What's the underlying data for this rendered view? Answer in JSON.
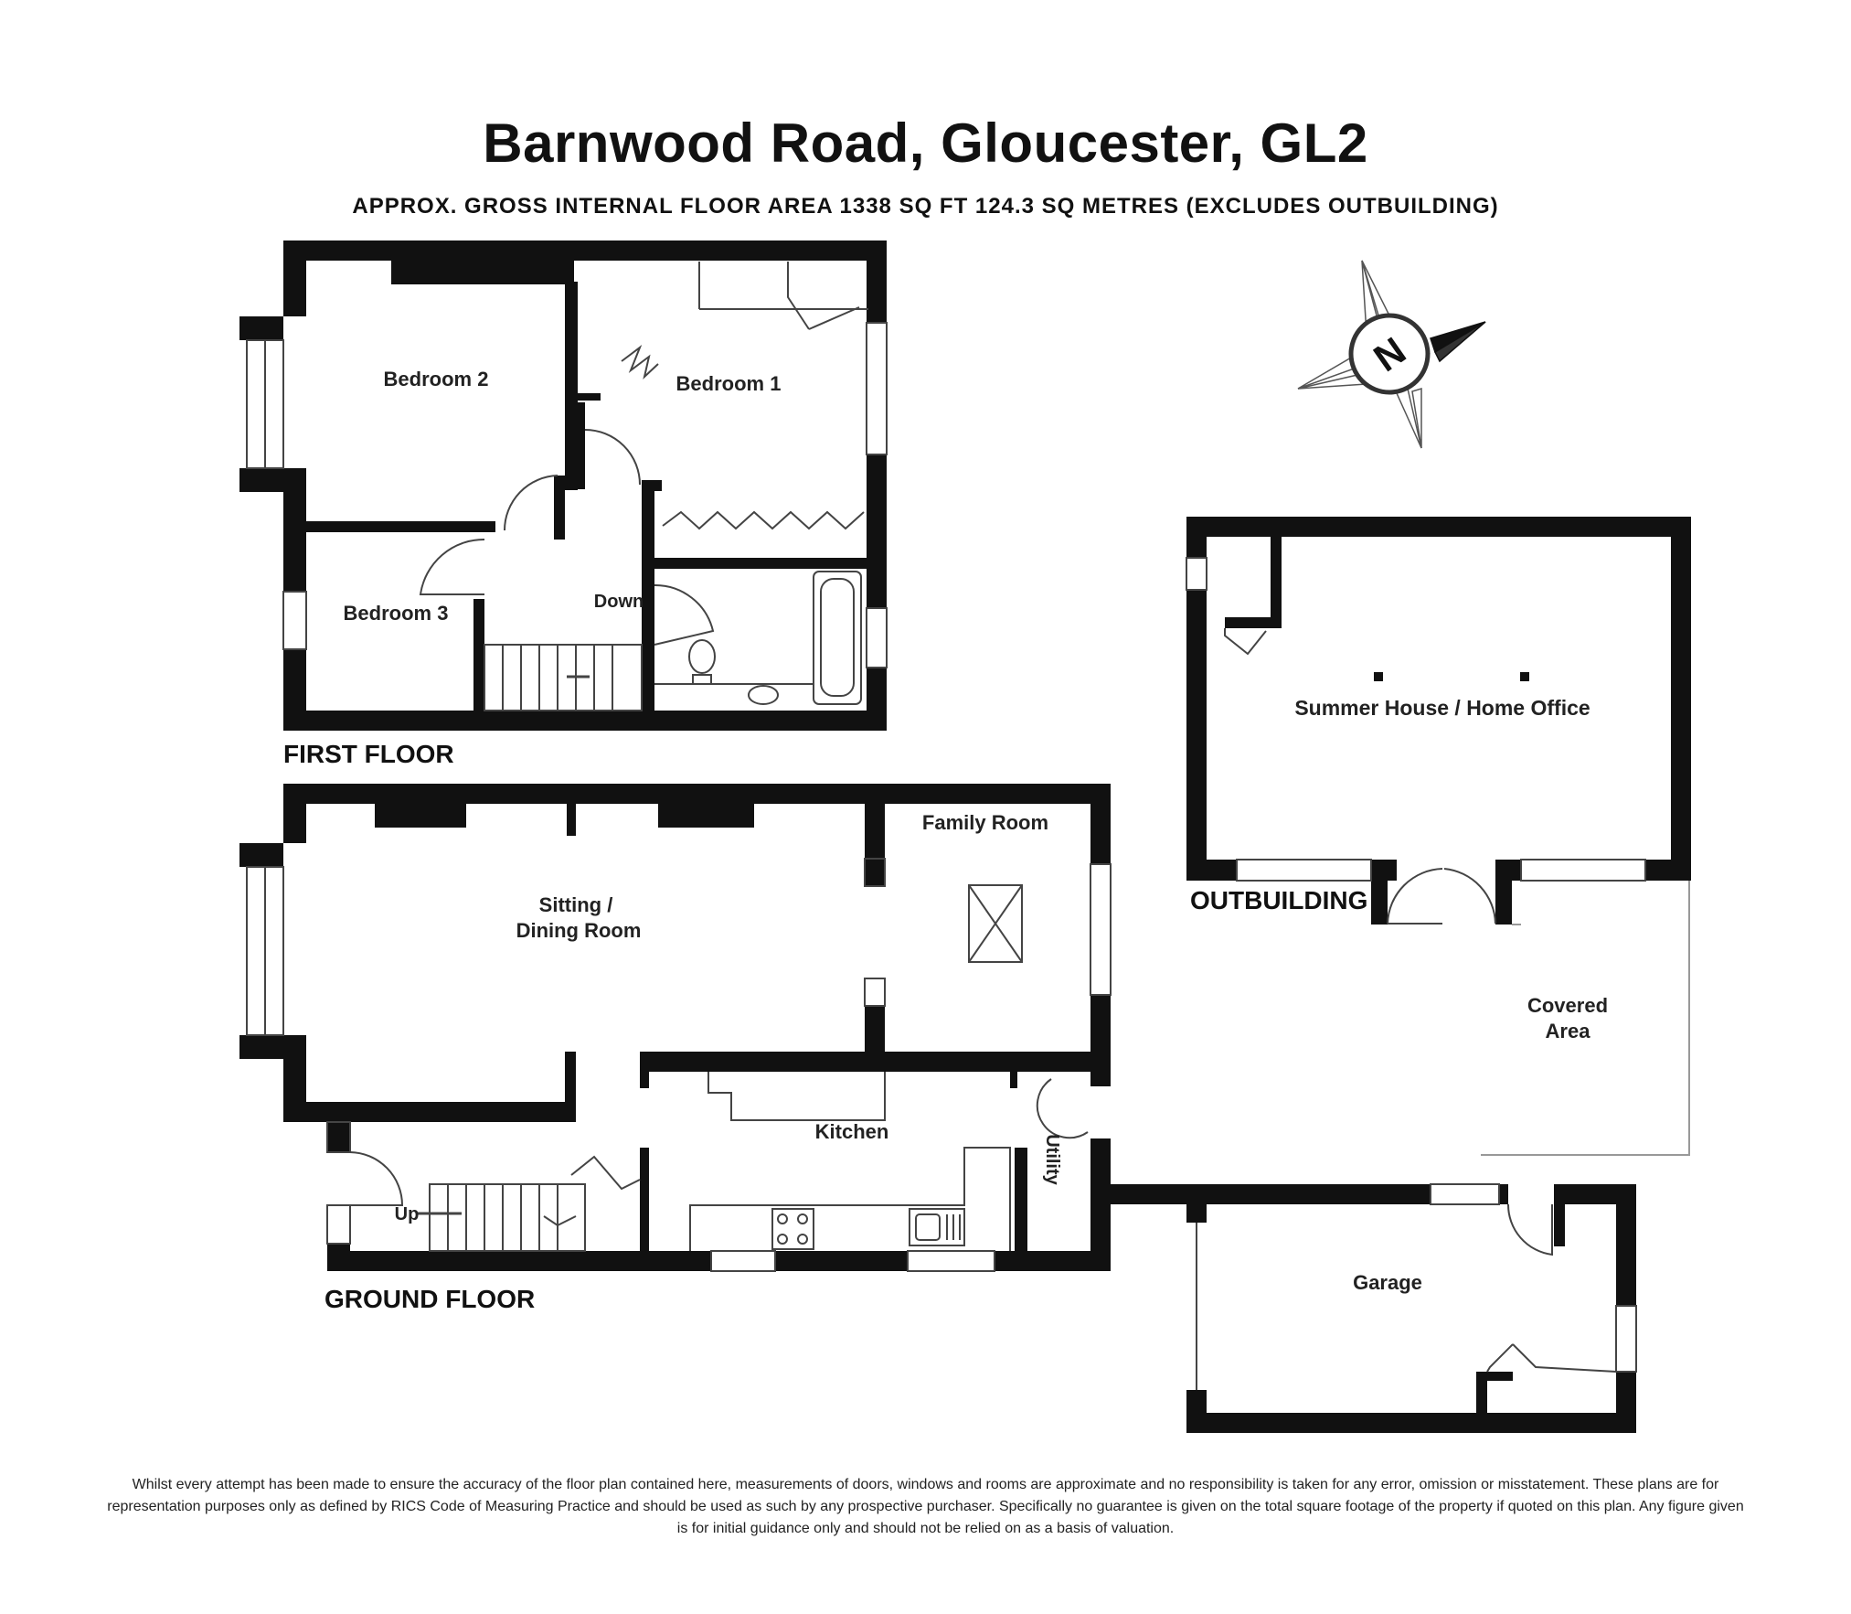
{
  "header": {
    "title": "Barnwood Road, Gloucester, GL2",
    "subtitle": "APPROX. GROSS INTERNAL FLOOR AREA 1338 SQ FT 124.3 SQ METRES (EXCLUDES OUTBUILDING)"
  },
  "compass": {
    "letter": "N"
  },
  "floors": {
    "first": {
      "label": "FIRST FLOOR",
      "rooms": {
        "bedroom1": "Bedroom 1",
        "bedroom2": "Bedroom 2",
        "bedroom3": "Bedroom 3",
        "down": "Down"
      }
    },
    "ground": {
      "label": "GROUND FLOOR",
      "rooms": {
        "sitting_line1": "Sitting /",
        "sitting_line2": "Dining Room",
        "family": "Family Room",
        "kitchen": "Kitchen",
        "utility": "Utility",
        "up": "Up"
      }
    },
    "outbuilding": {
      "label": "OUTBUILDING",
      "rooms": {
        "summer": "Summer House / Home Office",
        "covered_line1": "Covered",
        "covered_line2": "Area",
        "garage": "Garage"
      }
    }
  },
  "disclaimer": "Whilst every attempt has been made to ensure the accuracy of the floor plan contained here, measurements of doors, windows and rooms are approximate and no responsibility is taken for any error, omission or misstatement. These plans are for representation purposes only as defined by RICS Code of Measuring Practice and should be used as such by any prospective purchaser. Specifically no guarantee is given on the total square footage of the property if quoted on this plan. Any figure given is for initial guidance only and should not be relied on as a basis of valuation."
}
